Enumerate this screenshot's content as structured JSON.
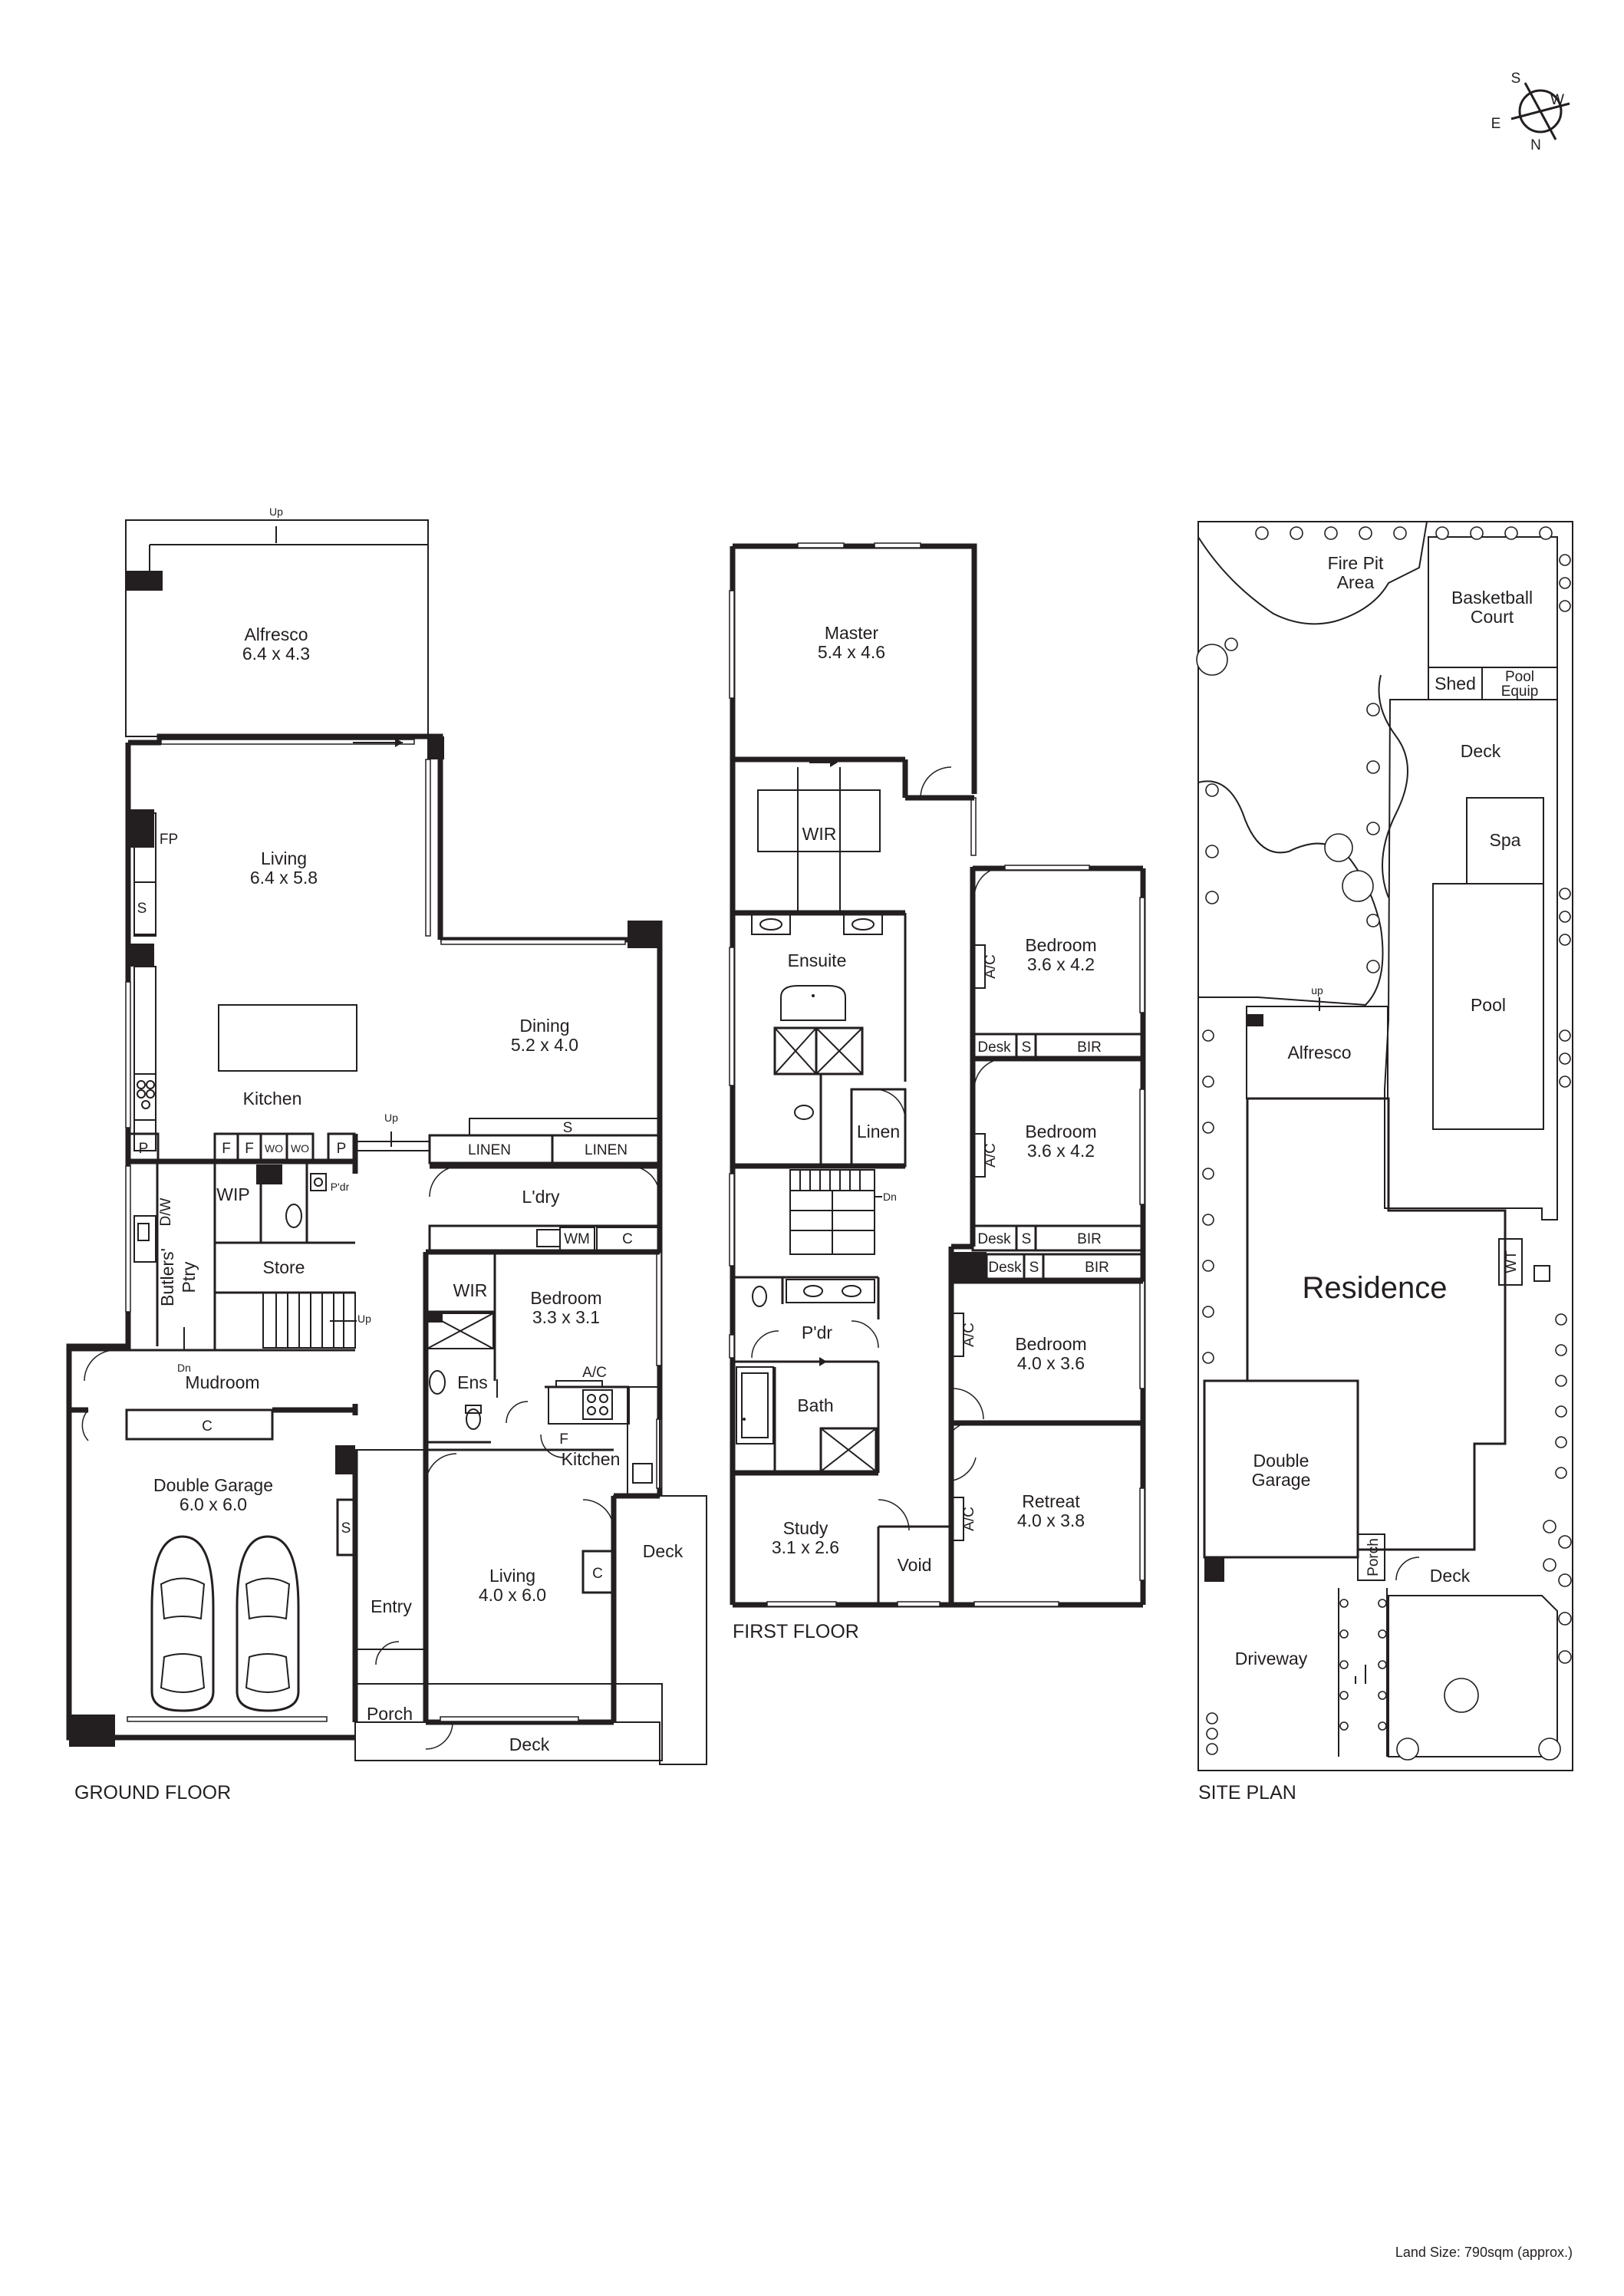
{
  "compass": {
    "n": "N",
    "s": "S",
    "e": "E",
    "w": "W"
  },
  "floor_titles": {
    "ground": "GROUND FLOOR",
    "first": "FIRST FLOOR",
    "site": "SITE PLAN"
  },
  "land_size": "Land Size: 790sqm (approx.)",
  "ground": {
    "alfresco": "Alfresco",
    "alfresco_size": "6.4 x 4.3",
    "living": "Living",
    "living_size": "6.4 x 5.8",
    "dining": "Dining",
    "dining_size": "5.2 x 4.0",
    "kitchen": "Kitchen",
    "fp": "FP",
    "s": "S",
    "p": "P",
    "f": "F",
    "wo": "WO",
    "dw": "D/W",
    "wip": "WIP",
    "pdr": "P'dr",
    "butlers": "Butlers'",
    "ptry": "Ptry",
    "store": "Store",
    "mudroom": "Mudroom",
    "c": "C",
    "garage": "Double Garage",
    "garage_size": "6.0 x 6.0",
    "linen": "LINEN",
    "laundry": "L'dry",
    "wm": "WM",
    "wir": "WIR",
    "ens": "Ens",
    "bedroom": "Bedroom",
    "bedroom_size": "3.3 x 3.1",
    "ac": "A/C",
    "kitchen2": "Kitchen",
    "living2": "Living",
    "living2_size": "4.0 x 6.0",
    "deck": "Deck",
    "entry": "Entry",
    "porch": "Porch",
    "up": "Up",
    "dn": "Dn"
  },
  "first": {
    "master": "Master",
    "master_size": "5.4 x 4.6",
    "wir": "WIR",
    "ensuite": "Ensuite",
    "linen": "Linen",
    "bed1": "Bedroom",
    "bed1_size": "3.6 x 4.2",
    "bed2": "Bedroom",
    "bed2_size": "3.6 x 4.2",
    "bed3": "Bedroom",
    "bed3_size": "4.0 x 3.6",
    "retreat": "Retreat",
    "retreat_size": "4.0 x 3.8",
    "desk": "Desk",
    "s": "S",
    "bir": "BIR",
    "ac": "A/C",
    "pdr": "P'dr",
    "bath": "Bath",
    "study": "Study",
    "study_size": "3.1 x 2.6",
    "void": "Void",
    "dn": "Dn"
  },
  "site": {
    "firepit": "Fire Pit",
    "firepit2": "Area",
    "basketball": "Basketball",
    "basketball2": "Court",
    "shed": "Shed",
    "poolequip": "Pool",
    "poolequip2": "Equip",
    "deck": "Deck",
    "spa": "Spa",
    "pool": "Pool",
    "alfresco": "Alfresco",
    "residence": "Residence",
    "wt": "WT",
    "garage": "Double",
    "garage2": "Garage",
    "porch": "Porch",
    "deck2": "Deck",
    "driveway": "Driveway",
    "up": "up"
  }
}
